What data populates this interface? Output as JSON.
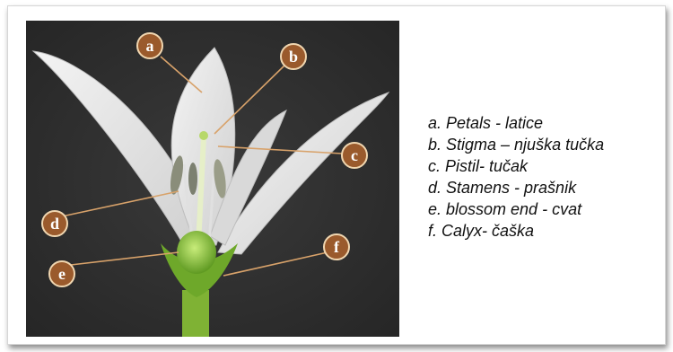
{
  "legend": {
    "items": [
      "a. Petals -  latice",
      "b. Stigma – njuška tučka",
      "c. Pistil- tučak",
      "d. Stamens - prašnik",
      "e. blossom end - cvat",
      "f. Calyx- čaška"
    ]
  },
  "markers": [
    "a",
    "b",
    "c",
    "d",
    "e",
    "f"
  ],
  "colors": {
    "background": "#2e2e2e",
    "petal": "#e8e8e8",
    "stem": "#8dbe3c",
    "marker_fill": "#9a5a2c",
    "leader_line": "#d8a26a"
  }
}
